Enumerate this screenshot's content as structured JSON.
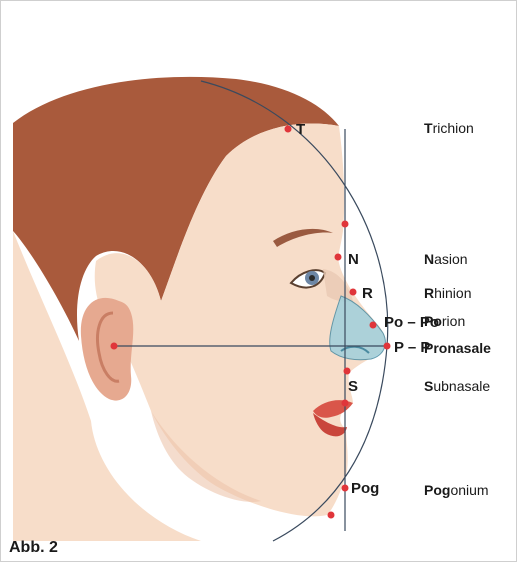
{
  "figure": {
    "caption": "Abb. 2",
    "colors": {
      "hair": "#a95a3c",
      "skin": "#f7ddc9",
      "skin_shadow": "#e9b79c",
      "ear": "#e6a990",
      "lips": "#d9564a",
      "nasal_overlay": "#9fd0dc",
      "iris": "#6d87a6",
      "guide_lines": "#3a4a5e",
      "point_marker": "#e0353a"
    },
    "points": [
      {
        "key": "T",
        "label": "T"
      },
      {
        "key": "N",
        "label": "N"
      },
      {
        "key": "R",
        "label": "R"
      },
      {
        "key": "Po",
        "label": "Po – Po"
      },
      {
        "key": "P",
        "label": "P – P"
      },
      {
        "key": "S",
        "label": "S"
      },
      {
        "key": "Pog",
        "label": "Pog"
      }
    ],
    "legend": [
      {
        "bold": "T",
        "rest": "richion"
      },
      {
        "bold": "N",
        "rest": "asion"
      },
      {
        "bold": "R",
        "rest": "hinion"
      },
      {
        "bold": "Po",
        "rest": "rion"
      },
      {
        "bold": "Pronasale",
        "rest": ""
      },
      {
        "bold": "S",
        "rest": "ubnasale"
      },
      {
        "bold": "Pog",
        "rest": "onium"
      }
    ]
  }
}
